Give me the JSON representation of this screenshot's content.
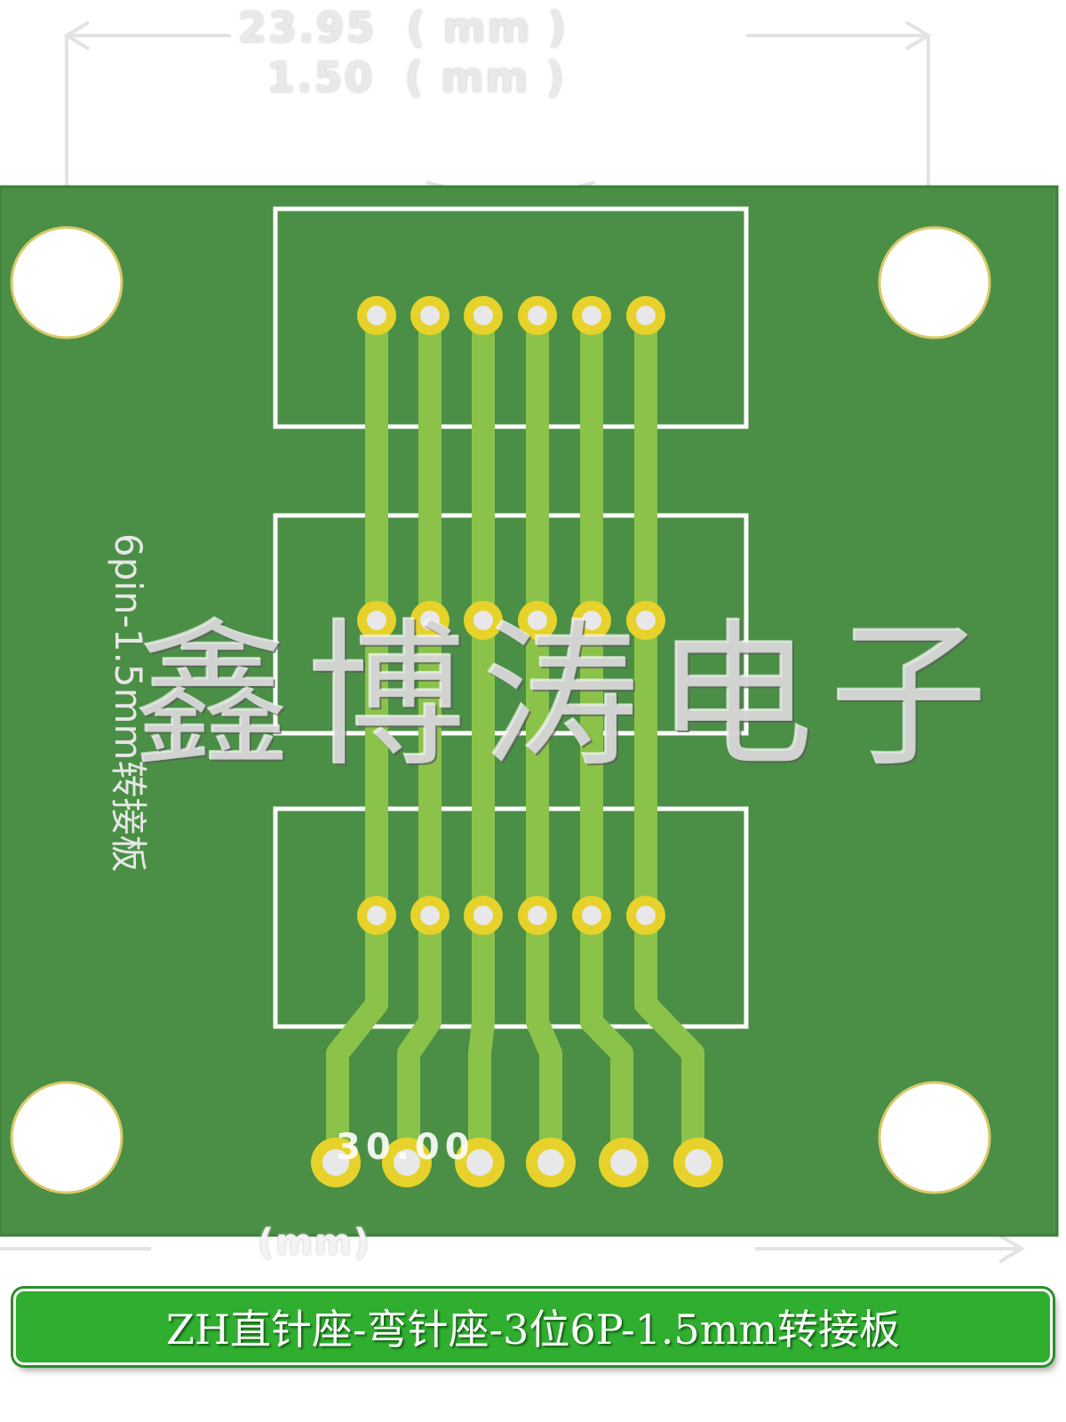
{
  "dimensions": {
    "primary": "23.95",
    "primary_unit": "( mm )",
    "secondary": "1.50",
    "secondary_unit": "( mm )",
    "bottom": "(mm)"
  },
  "board": {
    "label": "6pin-1.5mm转接板",
    "bottom_code": "30.00"
  },
  "watermark": "鑫博涛电子",
  "banner": {
    "text": "ZH直针座-弯针座-3位6P-1.5mm转接板"
  },
  "colors": {
    "board": "#4a8f45",
    "trace": "#8bc24a",
    "pad_ring": "#e6d22a",
    "silkscreen": "#ffffff",
    "banner": "#2fae2f"
  }
}
